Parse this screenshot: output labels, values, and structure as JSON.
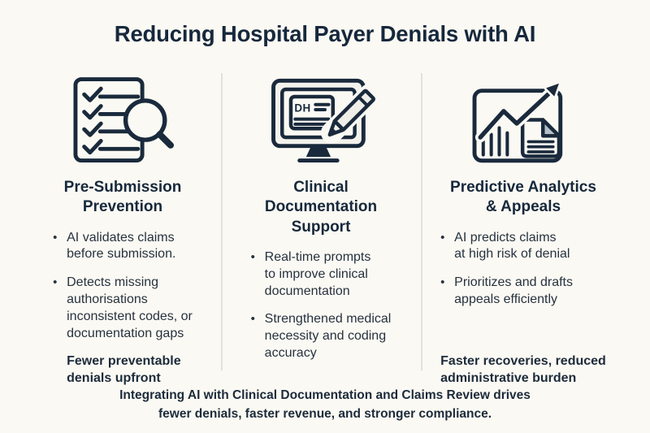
{
  "title": "Reducing Hospital Payer Denials with AI",
  "columns": [
    {
      "icon": "checklist-magnifier-icon",
      "heading": "Pre-Submission\nPrevention",
      "bullets": [
        "AI validates claims\nbefore submission.",
        "Detects missing\nauthorisations\ninconsistent codes, or\ndocumentation gaps"
      ],
      "footer": "Fewer preventable\ndenials upfront"
    },
    {
      "icon": "monitor-pencil-icon",
      "icon_label": "DH",
      "heading": "Clinical\nDocumentation\nSupport",
      "bullets": [
        "Real-time prompts\nto improve clinical\ndocumentation",
        "Strengthened medical\nnecessity and coding\naccuracy"
      ],
      "footer": ""
    },
    {
      "icon": "chart-growth-document-icon",
      "heading": "Predictive Analytics\n& Appeals",
      "bullets": [
        "AI predicts claims\nat high risk of denial",
        "Prioritizes and drafts\nappeals efficiently"
      ],
      "footer": "Faster recoveries, reduced\nadministrative burden"
    }
  ],
  "summary": "Integrating AI with Clinical Documentation and Claims Review drives\nfewer denials, faster revenue, and stronger compliance.",
  "colors": {
    "background": "#fbf9f3",
    "ink": "#1a2939",
    "heading": "#16283c",
    "divider": "#e3e1da",
    "fold_gray": "#b6bfc8"
  }
}
